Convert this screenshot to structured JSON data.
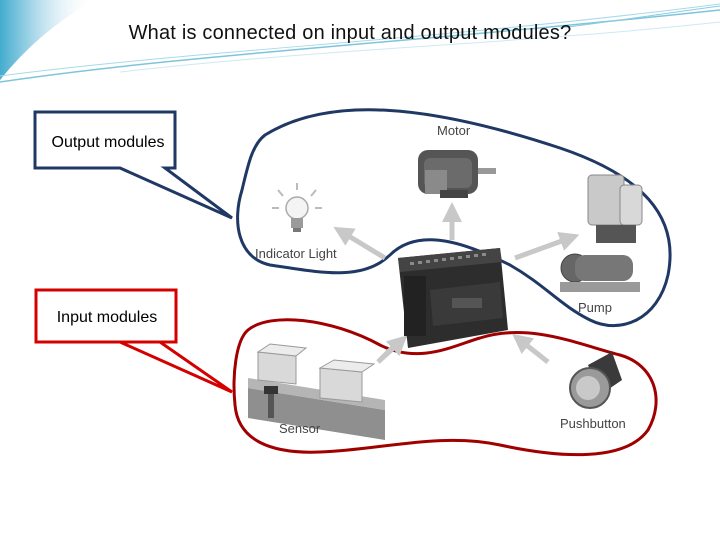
{
  "slide": {
    "title": "What is connected on input and output modules?"
  },
  "callouts": {
    "output": {
      "text": "Output modules",
      "color": "#1f3864"
    },
    "input": {
      "text": "Input modules",
      "color": "#d40000"
    }
  },
  "devices": {
    "motor": "Motor",
    "indicator_light": "Indicator Light",
    "pump": "Pump",
    "sensor": "Sensor",
    "pushbutton": "Pushbutton"
  },
  "colors": {
    "output_outline": "#1f3864",
    "input_outline": "#a00000",
    "arrow": "#c8c8c8",
    "header_band": "#bfe3f0"
  }
}
